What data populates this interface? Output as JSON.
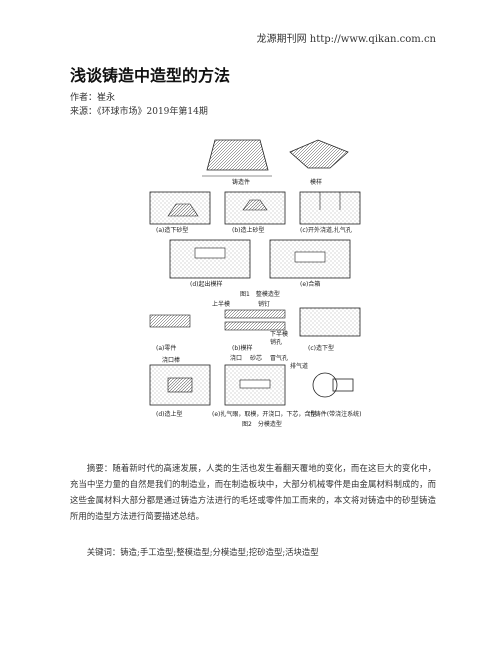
{
  "header": {
    "link_text": "龙源期刊网 http://www.qikan.com.cn"
  },
  "article": {
    "title": "浅谈铸造中造型的方法",
    "author_line": "作者：崔永",
    "source_line": "来源：《环球市场》2019年第14期"
  },
  "figure1": {
    "labels": [
      "铸造件",
      "模样",
      "(a)造下砂型",
      "(b)造上砂型",
      "(c)开外浇道,扎气孔",
      "(d)起出模样",
      "(e)合箱"
    ],
    "caption": "图1　整模造型"
  },
  "figure2": {
    "labels": [
      "(a)零件",
      "(b)模样",
      "(c)造下型",
      "(d)造上型",
      "(e)扎气眼，取模，开浇口，下芯，合型",
      "(f)铸件(带浇注系统)"
    ],
    "callouts": [
      "上半模",
      "销钉",
      "下半模",
      "销孔",
      "浇口",
      "砂芯",
      "冒气孔",
      "排气道",
      "浇口棒"
    ],
    "caption": "图2　分模造型"
  },
  "abstract": "摘要：随着新时代的高速发展，人类的生活也发生着翻天覆地的变化，而在这巨大的变化中，充当中坚力量的自然是我们的制造业，而在制造板块中，大部分机械零件是由金属材料制成的，而这些金属材料大部分都是通过铸造方法进行的毛坯或零件加工而来的，本文将对铸造中的砂型铸造所用的造型方法进行简要描述总结。",
  "keywords": "关键词：铸造;手工造型;整模造型;分模造型;挖砂造型;活块造型"
}
